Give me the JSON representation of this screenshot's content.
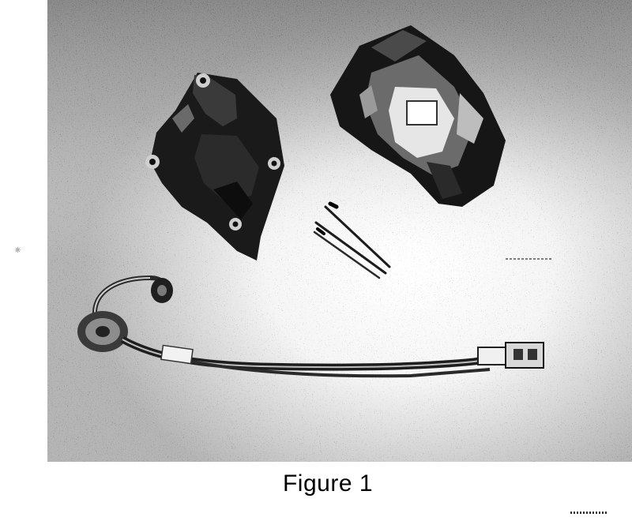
{
  "figure": {
    "caption": "Figure 1",
    "objects": [
      "valve-body-housing",
      "gas-valve-assembly",
      "metal-pins",
      "wired-connector-harness"
    ]
  }
}
